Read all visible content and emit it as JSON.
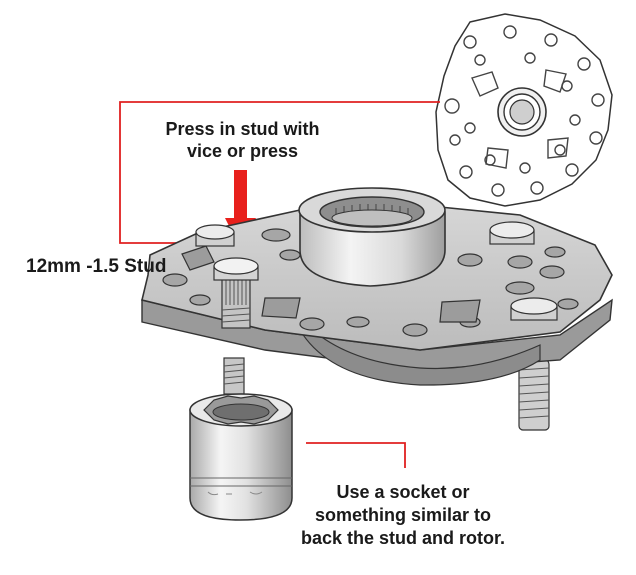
{
  "colors": {
    "leader_line": "#e02020",
    "arrow": "#e8201c",
    "metal_light": "#eeeeee",
    "metal_mid": "#c8c8c8",
    "metal_dark": "#8a8a8a",
    "outline": "#333333"
  },
  "labels": {
    "press_instruction": [
      "Press in stud with",
      "vice or press"
    ],
    "stud_spec": "12mm -1.5 Stud",
    "socket_instruction": [
      "Use a socket or",
      "something similar to",
      "back the stud and rotor."
    ]
  }
}
